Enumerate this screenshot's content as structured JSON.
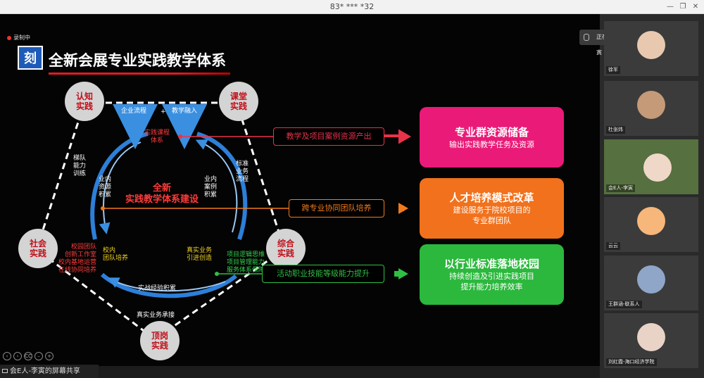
{
  "window": {
    "title": "83* *** *32"
  },
  "recording": {
    "label": "录制中"
  },
  "slide": {
    "logo": "刻",
    "title": "全新会展专业实践教学体系",
    "nodes": {
      "cognition": "认知\n实践",
      "classroom": "课堂\n实践",
      "social": "社会\n实践",
      "comprehensive": "综合\n实践",
      "internship": "顶岗\n实践"
    },
    "top_labels": {
      "enterprise": "企业流程",
      "plus": "+",
      "teaching": "教学融入"
    },
    "center": {
      "subsystem": "实践课程\n体系",
      "main": "全新\n实践教学体系建设"
    },
    "arc_labels": {
      "left_outer": "梯队\n能力\n训练",
      "left_inner": "业内\n资源\n积累",
      "right_inner": "业内\n案例\n积累",
      "right_outer": "标准\n业务\n流程",
      "bottom_left": "校内\n团队培养",
      "bottom_right": "真实业务\n引进创造",
      "bottom": "实战经验积累",
      "outer_bottom": "真实业务承接",
      "left_team": "校园团队\n创新工作室\n校内基地运营\n在线协同培养",
      "right_project": "项目逻辑思维\n项目管理能力\n服务体系保障"
    },
    "pills": [
      {
        "label": "教学及项目案例资源产出",
        "color": "#e8334a"
      },
      {
        "label": "跨专业协同团队培养",
        "color": "#f07a1c"
      },
      {
        "label": "活动职业技能等级能力提升",
        "color": "#2fbf43"
      }
    ],
    "cards": [
      {
        "heading": "专业群资源储备",
        "sub": "输出实践教学任务及资源",
        "color": "#ea1a78"
      },
      {
        "heading": "人才培养模式改革",
        "sub": "建设服务于院校项目的\n专业群团队",
        "color": "#f2711c"
      },
      {
        "heading": "以行业标准落地校园",
        "sub": "持续创造及引进实践项目\n提升能力培养效率",
        "color": "#2bb83d"
      }
    ]
  },
  "controls": [
    "‹",
    "›",
    "CC",
    "–",
    "+"
  ],
  "share_bar": {
    "text": "会E人-李寅的屏幕共享"
  },
  "speaking": {
    "text": "正在讲话: 会E人-李寅"
  },
  "participants": [
    {
      "name": "徐军",
      "color": "#e8c9b0"
    },
    {
      "name": "杜张炜",
      "color": "#c49a78"
    },
    {
      "name": "会E人-李寅",
      "color": "#6f8a55"
    },
    {
      "name": "云云",
      "color": "#f7b77a"
    },
    {
      "name": "王群涵-联系人",
      "color": "#8fa6c8"
    },
    {
      "name": "刘红霞-海口经济学院",
      "color": "#e9d3c6"
    }
  ]
}
